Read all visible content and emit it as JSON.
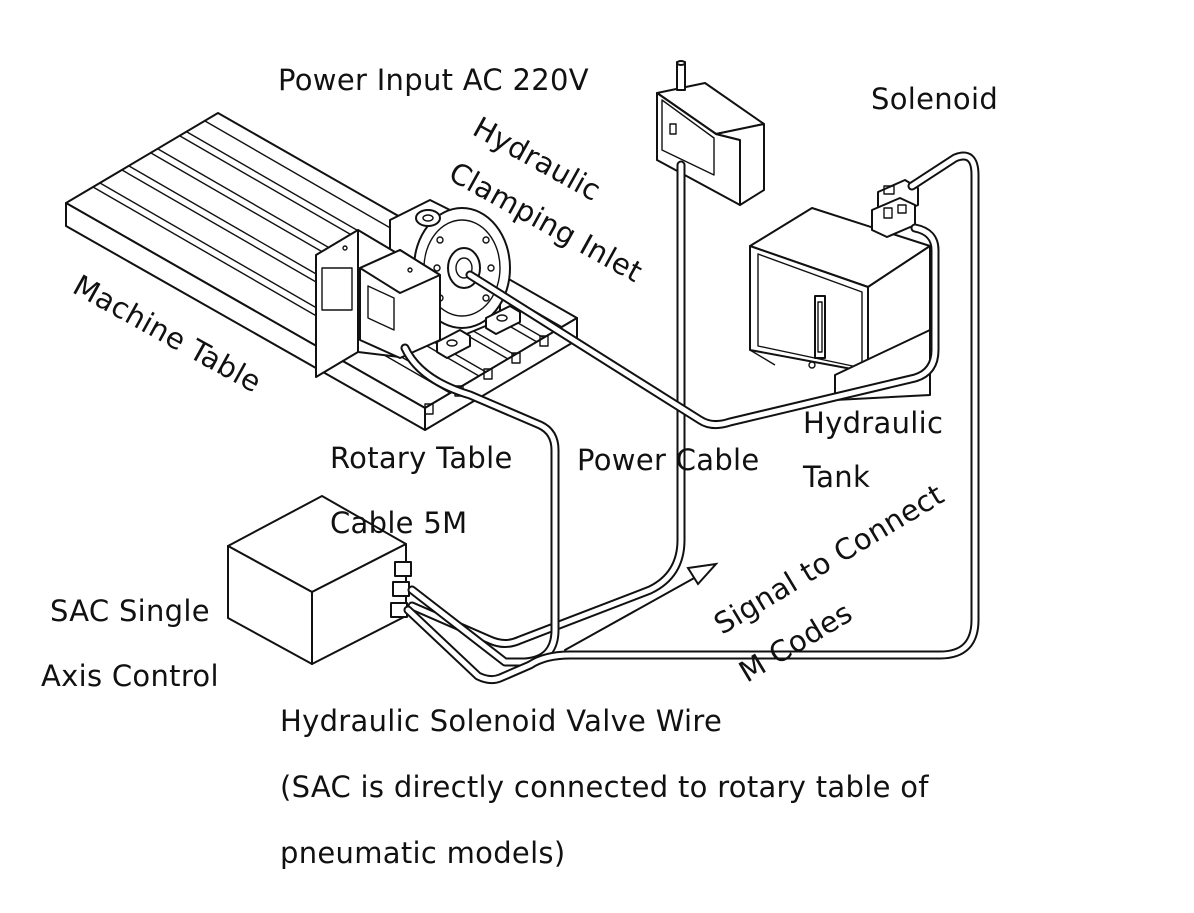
{
  "labels": {
    "power_input": "Power Input AC 220V",
    "solenoid": "Solenoid",
    "hydraulic_clamping_1": "Hydraulic",
    "hydraulic_clamping_2": "Clamping Inlet",
    "machine_table": "Machine Table",
    "rotary_table_1": "Rotary Table",
    "rotary_table_2": "Cable 5M",
    "power_cable": "Power Cable",
    "hydraulic_tank_1": "Hydraulic",
    "hydraulic_tank_2": "Tank",
    "signal_1": "Signal to Connect",
    "signal_2": "M Codes",
    "sac_1": "SAC  Single",
    "sac_2": "Axis Control",
    "note_1": "Hydraulic Solenoid Valve Wire",
    "note_2": "(SAC  is directly connected to rotary table of",
    "note_3": "pneumatic models)"
  }
}
